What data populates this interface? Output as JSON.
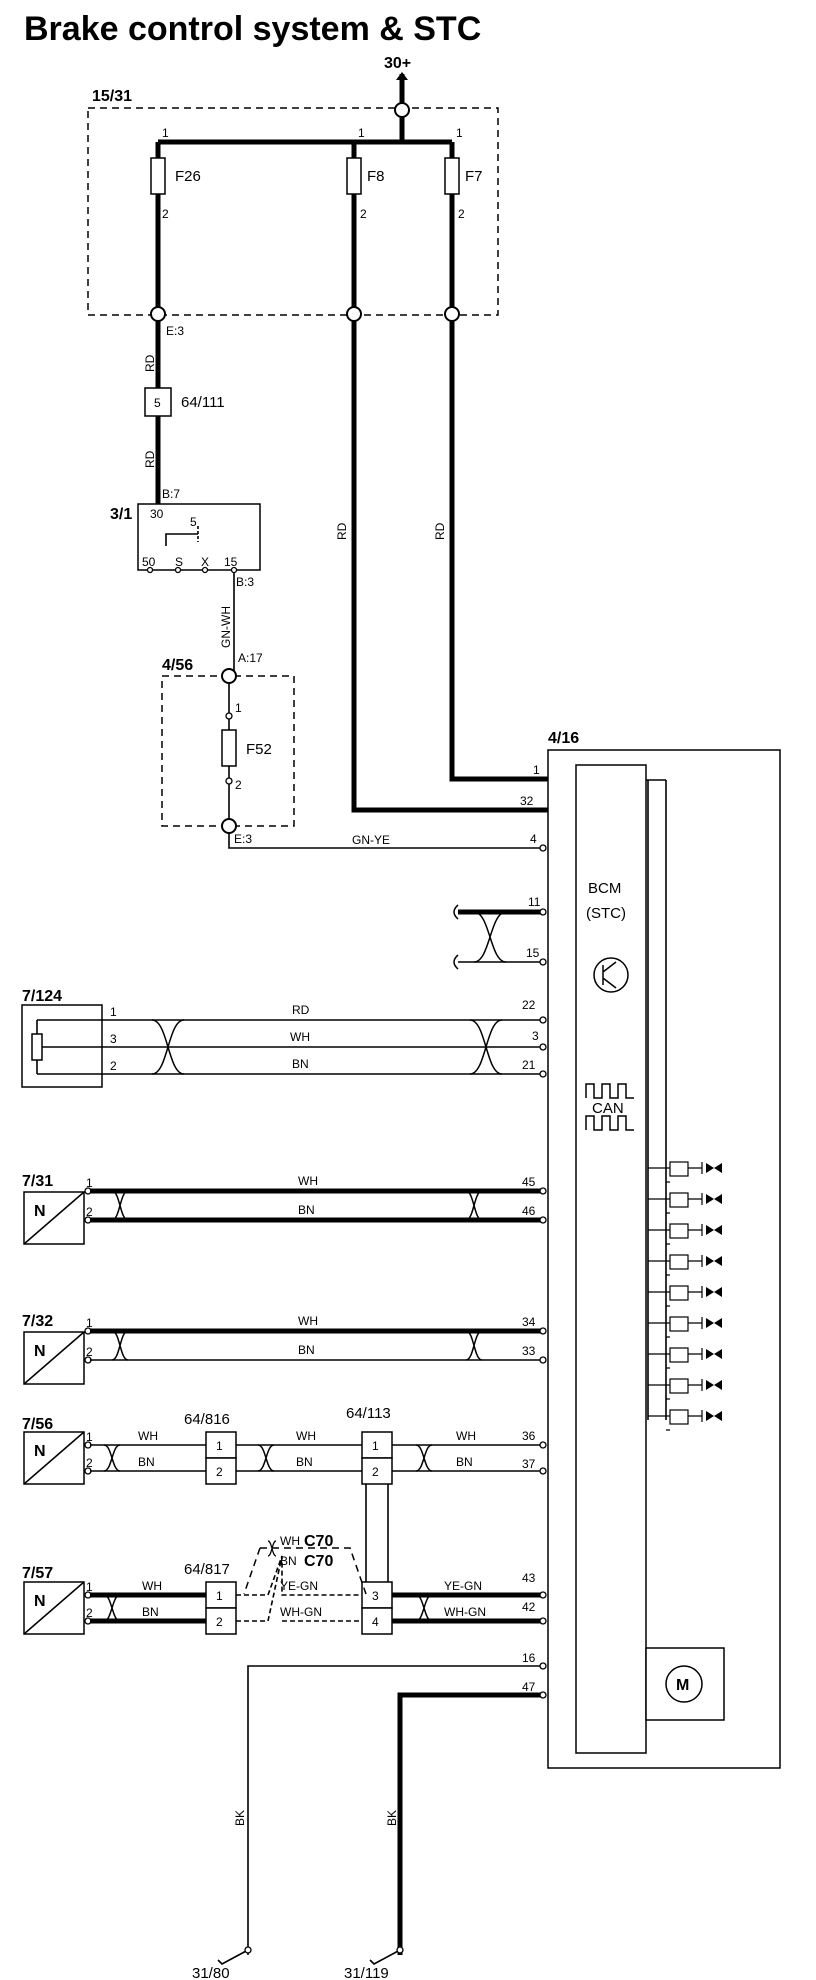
{
  "title": "Brake control system & STC",
  "supply": "30+",
  "fusebox": {
    "id": "15/31",
    "fuses": [
      {
        "name": "F26",
        "pin_in": "1",
        "pin_out": "2"
      },
      {
        "name": "F8",
        "pin_in": "1",
        "pin_out": "2"
      },
      {
        "name": "F7",
        "pin_in": "1",
        "pin_out": "2"
      }
    ],
    "connector": "E:3"
  },
  "wires": {
    "rd": "RD",
    "gn_wh": "GN-WH",
    "gn_ye": "GN-YE",
    "wh": "WH",
    "bn": "BN",
    "ye_gn": "YE-GN",
    "wh_gn": "WH-GN",
    "bk": "BK"
  },
  "c64_111": {
    "id": "64/111",
    "pin": "5"
  },
  "ignition_switch": {
    "id": "3/1",
    "pin_30": "30",
    "pin_50": "50",
    "pin_s": "S",
    "pin_x": "X",
    "pin_15": "15",
    "pos": "5",
    "conn_b7": "B:7",
    "conn_b3": "B:3"
  },
  "fuse_f52": {
    "box": "4/56",
    "name": "F52",
    "conn_a17": "A:17",
    "conn_e3": "E:3",
    "pin_in": "1",
    "pin_out": "2"
  },
  "module": {
    "id": "4/16",
    "name": "BCM",
    "subname": "(STC)",
    "can": "CAN",
    "pins": {
      "p1": "1",
      "p32": "32",
      "p4": "4",
      "p11": "11",
      "p15": "15",
      "p22": "22",
      "p3": "3",
      "p21": "21",
      "p45": "45",
      "p46": "46",
      "p34": "34",
      "p33": "33",
      "p36": "36",
      "p37": "37",
      "p43": "43",
      "p42": "42",
      "p16": "16",
      "p47": "47"
    }
  },
  "sensor_7_124": {
    "id": "7/124",
    "p1": "1",
    "p3": "3",
    "p2": "2"
  },
  "sensor_7_31": {
    "id": "7/31",
    "glyph": "N",
    "p1": "1",
    "p2": "2"
  },
  "sensor_7_32": {
    "id": "7/32",
    "glyph": "N",
    "p1": "1",
    "p2": "2"
  },
  "sensor_7_56": {
    "id": "7/56",
    "glyph": "N",
    "p1": "1",
    "p2": "2"
  },
  "sensor_7_57": {
    "id": "7/57",
    "glyph": "N",
    "p1": "1",
    "p2": "2"
  },
  "c64_816": {
    "id": "64/816",
    "p1": "1",
    "p2": "2"
  },
  "c64_113": {
    "id": "64/113",
    "p1": "1",
    "p2": "2",
    "p3": "3",
    "p4": "4"
  },
  "c64_817": {
    "id": "64/817",
    "p1": "1",
    "p2": "2"
  },
  "c70": {
    "label": "C70",
    "wh": "WH",
    "bn": "BN"
  },
  "grounds": {
    "g1": "31/80",
    "g2": "31/119"
  }
}
